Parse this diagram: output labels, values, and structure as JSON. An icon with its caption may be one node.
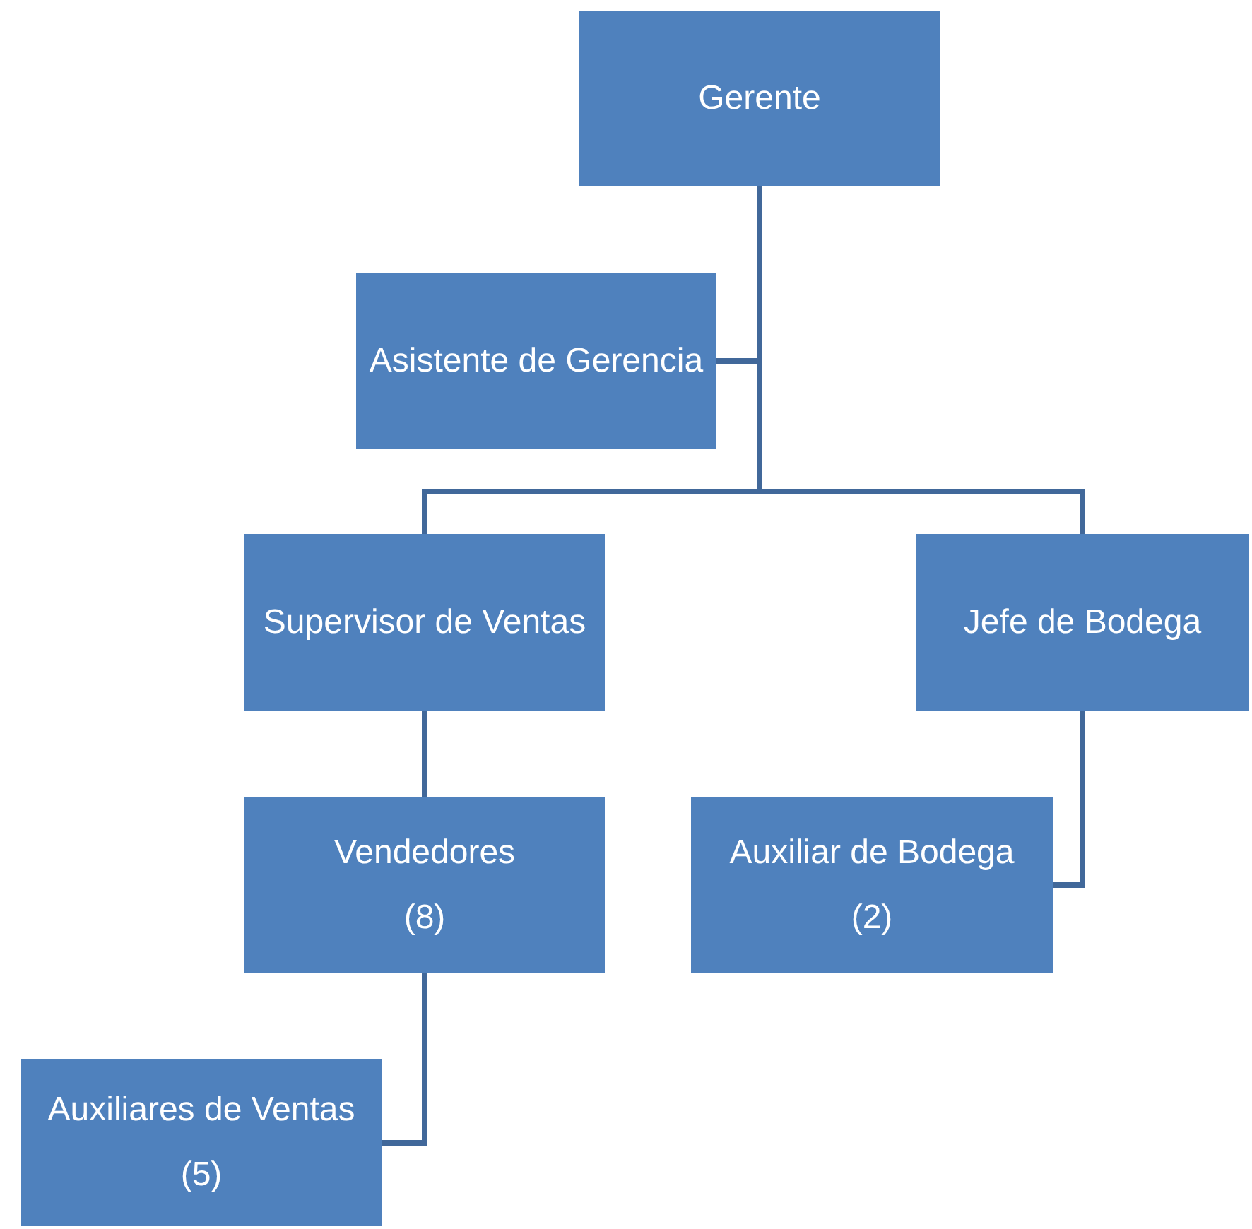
{
  "diagram": {
    "nodes": [
      {
        "text": [
          "Gerente"
        ]
      },
      {
        "text": [
          "Asistente de Gerencia"
        ]
      },
      {
        "text": [
          "Supervisor de Ventas"
        ]
      },
      {
        "text": [
          "Jefe de Bodega"
        ]
      },
      {
        "text": [
          "Vendedores",
          "(8)"
        ]
      },
      {
        "text": [
          "Auxiliar de Bodega",
          "(2)"
        ]
      },
      {
        "text": [
          "Auxiliares de Ventas",
          "(5)"
        ]
      }
    ],
    "edges": [
      {
        "from": 0,
        "to": 1,
        "arrow": "none"
      },
      {
        "from": 0,
        "to": 2,
        "arrow": "none"
      },
      {
        "from": 0,
        "to": 3,
        "arrow": "none"
      },
      {
        "from": 2,
        "to": 4,
        "arrow": "none"
      },
      {
        "from": 3,
        "to": 5,
        "arrow": "none"
      },
      {
        "from": 4,
        "to": 6,
        "arrow": "none"
      }
    ]
  }
}
